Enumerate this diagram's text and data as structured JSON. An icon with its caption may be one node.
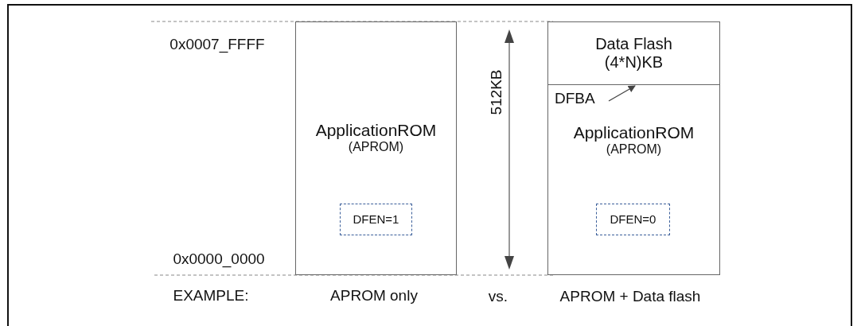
{
  "diagram": {
    "nodes": [
      {
        "text": [
          "ApplicationROM",
          "(APROM)"
        ]
      },
      {
        "text": [
          "DFEN=1"
        ],
        "in": 0
      },
      {
        "text": [
          "Data Flash",
          "(4*N)KB"
        ]
      },
      {
        "text": [
          "ApplicationROM",
          "(APROM)"
        ]
      },
      {
        "text": [
          "DFEN=0"
        ],
        "in": 3
      },
      {
        "text": [
          "DFBA"
        ],
        "in": 3
      }
    ],
    "edges": [
      {
        "from": 5,
        "to": 2,
        "arrow": "to"
      }
    ],
    "labels": [
      "0x0007_FFFF",
      "512KB",
      "0x0000_0000",
      "EXAMPLE:",
      "APROM only",
      "vs.",
      "APROM + Data flash"
    ]
  }
}
